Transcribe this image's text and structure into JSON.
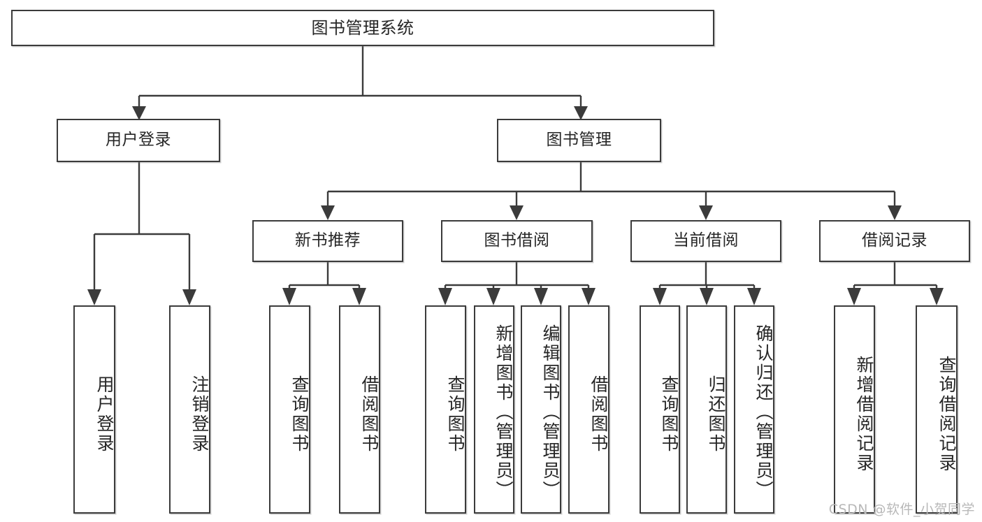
{
  "diagram": {
    "type": "tree-hierarchy",
    "title": "图书管理系统",
    "root": {
      "id": "root",
      "label": "图书管理系统",
      "level": 0
    },
    "level1": [
      {
        "id": "user-login",
        "label": "用户登录"
      },
      {
        "id": "book-management",
        "label": "图书管理"
      }
    ],
    "level2": [
      {
        "id": "new-book-recommend",
        "label": "新书推荐",
        "parent": "book-management"
      },
      {
        "id": "book-borrow",
        "label": "图书借阅",
        "parent": "book-management"
      },
      {
        "id": "current-borrow",
        "label": "当前借阅",
        "parent": "book-management"
      },
      {
        "id": "borrow-record",
        "label": "借阅记录",
        "parent": "book-management"
      }
    ],
    "leaves": {
      "user-login": [
        {
          "id": "leaf-user-login",
          "label": "用户登录"
        },
        {
          "id": "leaf-user-logout",
          "label": "注销登录"
        }
      ],
      "new-book-recommend": [
        {
          "id": "leaf-query-book-1",
          "label": "查询图书"
        },
        {
          "id": "leaf-borrow-book-1",
          "label": "借阅图书"
        }
      ],
      "book-borrow": [
        {
          "id": "leaf-query-book-2",
          "label": "查询图书"
        },
        {
          "id": "leaf-add-book",
          "label": "新增图书（管理员）"
        },
        {
          "id": "leaf-edit-book",
          "label": "编辑图书（管理员）"
        },
        {
          "id": "leaf-borrow-book-2",
          "label": "借阅图书"
        }
      ],
      "current-borrow": [
        {
          "id": "leaf-query-book-3",
          "label": "查询图书"
        },
        {
          "id": "leaf-return-book",
          "label": "归还图书"
        },
        {
          "id": "leaf-confirm-return",
          "label": "确认归还（管理员）"
        }
      ],
      "borrow-record": [
        {
          "id": "leaf-add-record",
          "label": "新增借阅记录"
        },
        {
          "id": "leaf-query-record",
          "label": "查询借阅记录"
        }
      ]
    },
    "watermark": "CSDN @软件_小贺同学",
    "colors": {
      "border": "#3b3b3b",
      "text": "#262626",
      "background": "#ffffff",
      "watermark": "#b8b8b8"
    }
  }
}
